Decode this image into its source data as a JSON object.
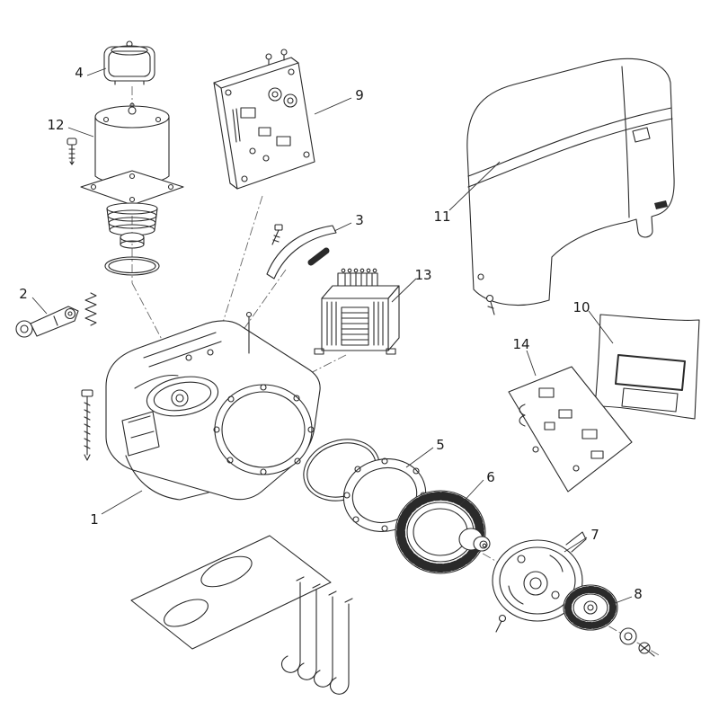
{
  "page": {
    "background": "#ffffff",
    "line_color": "#2a2a2a",
    "kind": "exploded-parts-diagram"
  },
  "diagram": {
    "labels": {
      "l1": "1",
      "l2": "2",
      "l3": "3",
      "l4": "4",
      "l5": "5",
      "l6": "6",
      "l7": "7",
      "l8": "8",
      "l9": "9",
      "l10": "10",
      "l11": "11",
      "l12": "12",
      "l13": "13",
      "l14": "14"
    }
  }
}
